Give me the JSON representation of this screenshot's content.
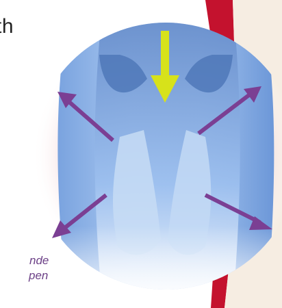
{
  "texts": {
    "top_fragment": "th",
    "caption_line1": "nde",
    "caption_line2": "pen"
  },
  "colors": {
    "background": "#ffffff",
    "accent_red": "#c4122e",
    "arrow_purple": "#7b3f93",
    "arrow_yellow": "#d7e21a",
    "caption_text": "#6b3f86",
    "vessel_blue": "#8fb6e6"
  },
  "icons": {
    "outward_arrows": "arrow-icon",
    "downward_arrow": "arrow-down-icon"
  }
}
